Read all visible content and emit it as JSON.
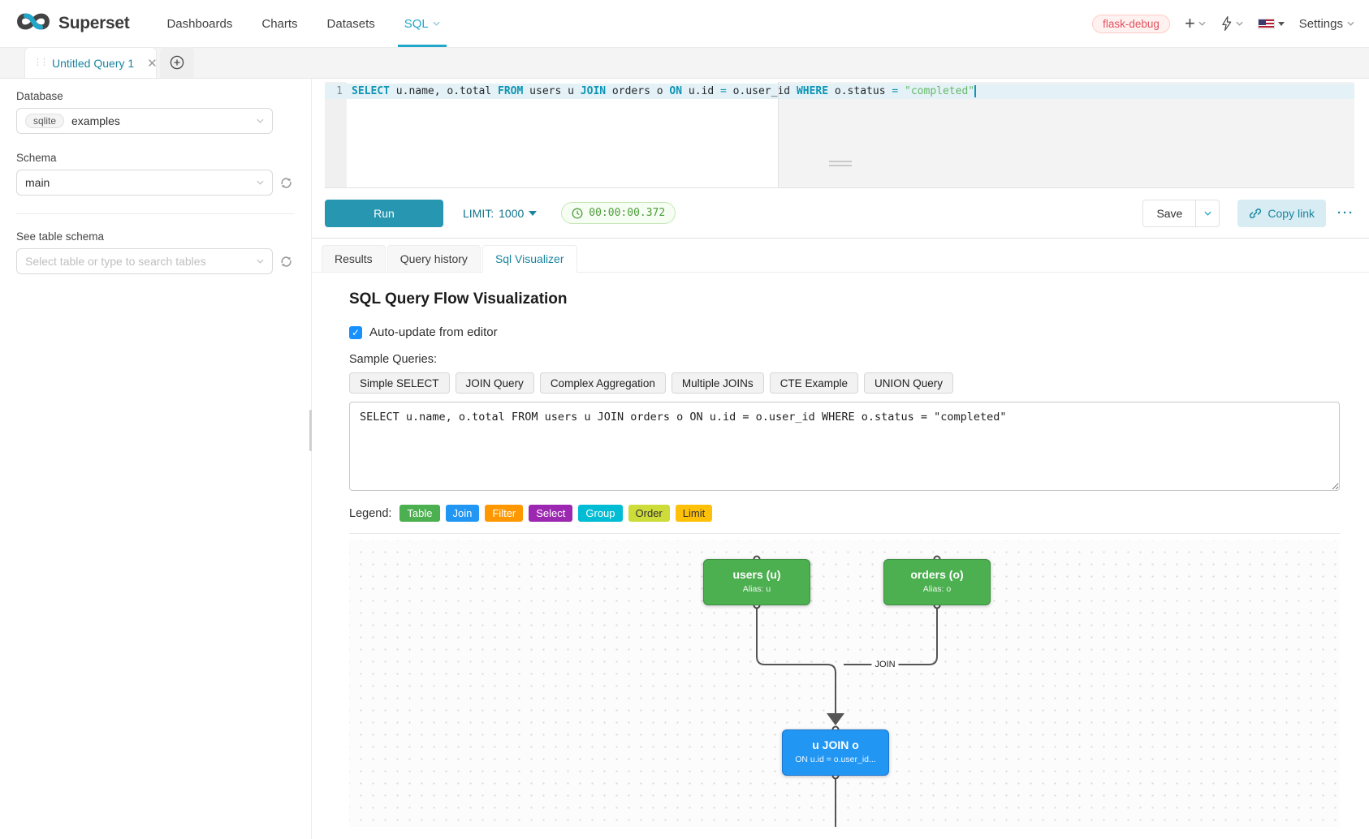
{
  "navbar": {
    "brand": "Superset",
    "items": [
      "Dashboards",
      "Charts",
      "Datasets",
      "SQL"
    ],
    "active_item": "SQL",
    "env_badge": "flask-debug",
    "settings_label": "Settings"
  },
  "tab_bar": {
    "active_tab": "Untitled Query 1"
  },
  "sidebar": {
    "database_label": "Database",
    "database_engine_tag": "sqlite",
    "database_value": "examples",
    "schema_label": "Schema",
    "schema_value": "main",
    "table_label": "See table schema",
    "table_placeholder": "Select table or type to search tables"
  },
  "editor": {
    "line_number": "1",
    "tokens": [
      {
        "text": "SELECT",
        "type": "keyword"
      },
      {
        "text": " u.name, o.total ",
        "type": "plain"
      },
      {
        "text": "FROM",
        "type": "keyword"
      },
      {
        "text": " users u ",
        "type": "plain"
      },
      {
        "text": "JOIN",
        "type": "keyword"
      },
      {
        "text": " orders o ",
        "type": "plain"
      },
      {
        "text": "ON",
        "type": "keyword"
      },
      {
        "text": " u.id ",
        "type": "plain"
      },
      {
        "text": "=",
        "type": "operator"
      },
      {
        "text": " o.user_id ",
        "type": "plain"
      },
      {
        "text": "WHERE",
        "type": "keyword"
      },
      {
        "text": " o.status ",
        "type": "plain"
      },
      {
        "text": "=",
        "type": "operator"
      },
      {
        "text": " ",
        "type": "plain"
      },
      {
        "text": "\"completed\"",
        "type": "string"
      }
    ],
    "token_colors": {
      "keyword": "#0e95b5",
      "plain": "#24292e",
      "operator": "#0e95b5",
      "string": "#66b96a"
    }
  },
  "toolbar": {
    "run_label": "Run",
    "limit_label": "LIMIT:",
    "limit_value": "1000",
    "timer": "00:00:00.372",
    "save_label": "Save",
    "copy_link_label": "Copy link",
    "more_label": "···"
  },
  "south": {
    "tabs": [
      "Results",
      "Query history",
      "Sql Visualizer"
    ],
    "active_tab": "Sql Visualizer"
  },
  "visualizer": {
    "title": "SQL Query Flow Visualization",
    "auto_update_label": "Auto-update from editor",
    "auto_update_checked": true,
    "samples_label": "Sample Queries:",
    "sample_queries": [
      "Simple SELECT",
      "JOIN Query",
      "Complex Aggregation",
      "Multiple JOINs",
      "CTE Example",
      "UNION Query"
    ],
    "query_text": "SELECT u.name, o.total FROM users u JOIN orders o ON u.id = o.user_id WHERE o.status = \"completed\"",
    "legend_label": "Legend:",
    "legend": [
      {
        "label": "Table",
        "color": "#4caf50",
        "text_color": "#ffffff"
      },
      {
        "label": "Join",
        "color": "#2196f3",
        "text_color": "#ffffff"
      },
      {
        "label": "Filter",
        "color": "#ff9800",
        "text_color": "#ffffff"
      },
      {
        "label": "Select",
        "color": "#9c27b0",
        "text_color": "#ffffff"
      },
      {
        "label": "Group",
        "color": "#00bcd4",
        "text_color": "#ffffff"
      },
      {
        "label": "Order",
        "color": "#cddc39",
        "text_color": "#333333"
      },
      {
        "label": "Limit",
        "color": "#ffc107",
        "text_color": "#333333"
      }
    ],
    "diagram": {
      "nodes": [
        {
          "id": "users",
          "title": "users (u)",
          "subtitle": "Alias: u",
          "color": "#4caf50",
          "border": "#3d9142"
        },
        {
          "id": "orders",
          "title": "orders (o)",
          "subtitle": "Alias: o",
          "color": "#4caf50",
          "border": "#3d9142"
        },
        {
          "id": "join",
          "title": "u JOIN o",
          "subtitle": "ON u.id = o.user_id...",
          "color": "#2196f3",
          "border": "#1976d2"
        }
      ],
      "edge_label": "JOIN"
    }
  },
  "colors": {
    "primary": "#20a7c9",
    "run_button": "#2796b0",
    "timer_green": "#4f9e3f",
    "env_badge_red": "#e0535f"
  }
}
